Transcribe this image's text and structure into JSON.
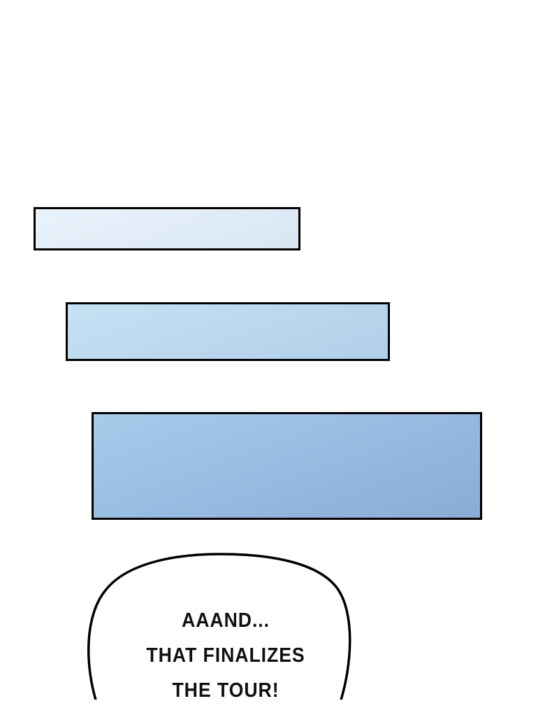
{
  "panels": [
    {
      "name": "panel-1",
      "gradient": [
        "#e9f3fb",
        "#d9e6f3"
      ]
    },
    {
      "name": "panel-2",
      "gradient": [
        "#c6e1f3",
        "#b1cfea"
      ]
    },
    {
      "name": "panel-3",
      "gradient": [
        "#a6cbea",
        "#8aabd7"
      ]
    }
  ],
  "speech_bubble": {
    "lines": [
      "AAAND...",
      "THAT FINALIZES",
      "THE TOUR!"
    ]
  }
}
